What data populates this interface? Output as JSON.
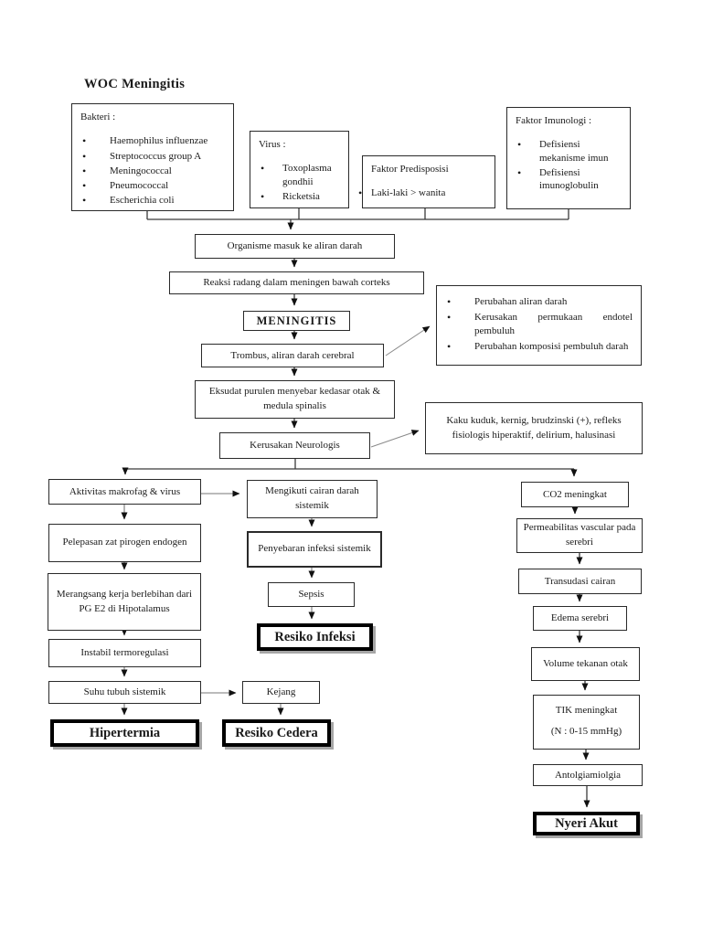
{
  "title": "WOC Meningitis",
  "boxes": {
    "bakteri": {
      "title": "Bakteri :",
      "items": [
        "Haemophilus influenzae",
        "Streptococcus group A",
        "Meningococcal",
        "Pneumococcal",
        "Escherichia coli"
      ]
    },
    "virus": {
      "title": "Virus :",
      "items": [
        "Toxoplasma gondhii",
        "Ricketsia"
      ]
    },
    "faktor_predisposisi": {
      "title": "Faktor Predisposisi",
      "items": [
        "Laki-laki > wanita"
      ]
    },
    "faktor_imunologi": {
      "title": "Faktor Imunologi :",
      "items": [
        "Defisiensi mekanisme imun",
        "Defisiensi imunoglobulin"
      ]
    },
    "organisme": "Organisme masuk ke aliran darah",
    "reaksi": "Reaksi radang dalam meningen bawah corteks",
    "meningitis": "MENINGITIS",
    "trombus": "Trombus, aliran darah cerebral",
    "perubahan": {
      "items": [
        "Perubahan aliran darah",
        "Kerusakan permukaan endotel pembuluh",
        "Perubahan komposisi pembuluh darah"
      ]
    },
    "eksudat": "Eksudat purulen menyebar kedasar otak & medula spinalis",
    "kaku": "Kaku kuduk, kernig, brudzinski (+), refleks fisiologis hiperaktif, delirium, halusinasi",
    "kerusakan": "Kerusakan Neurologis",
    "aktivitas": "Aktivitas makrofag & virus",
    "pelepasan": "Pelepasan zat pirogen endogen",
    "merangsang": "Merangsang kerja berlebihan dari PG E2 di Hipotalamus",
    "instabil": "Instabil termoregulasi",
    "suhu": "Suhu tubuh sistemik",
    "hipertermia": "Hipertermia",
    "kejang": "Kejang",
    "resiko_cedera": "Resiko Cedera",
    "mengikuti": "Mengikuti cairan darah sistemik",
    "penyebaran": "Penyebaran infeksi sistemik",
    "sepsis": "Sepsis",
    "resiko_infeksi": "Resiko Infeksi",
    "co2": "CO2 meningkat",
    "permeabilitas": "Permeabilitas vascular pada serebri",
    "transudasi": "Transudasi cairan",
    "edema": "Edema serebri",
    "volume": "Volume tekanan otak",
    "tik_line1": "TIK meningkat",
    "tik_line2": "(N : 0-15 mmHg)",
    "antolgiamiolgia": "Antolgiamiolgia",
    "nyeri_akut": "Nyeri Akut"
  }
}
